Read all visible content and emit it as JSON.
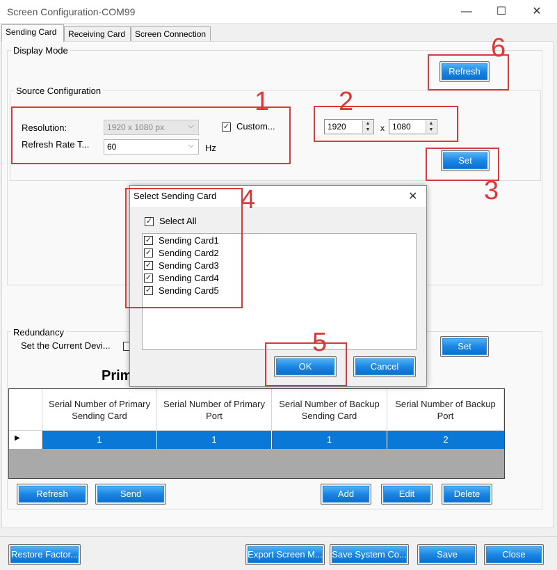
{
  "window": {
    "title": "Screen Configuration-COM99",
    "minimize": "—",
    "maximize": "☐",
    "close": "✕"
  },
  "tabs": [
    {
      "label": "Sending Card",
      "active": true
    },
    {
      "label": "Receiving Card",
      "active": false
    },
    {
      "label": "Screen Connection",
      "active": false
    }
  ],
  "display_mode": {
    "legend": "Display Mode",
    "refresh_label": "Refresh"
  },
  "source_config": {
    "legend": "Source Configuration",
    "resolution_label": "Resolution:",
    "resolution_value": "1920 x 1080 px",
    "custom_label": "Custom...",
    "custom_checked": true,
    "refresh_rate_label": "Refresh Rate T...",
    "refresh_rate_value": "60",
    "hz_label": "Hz",
    "width_value": "1920",
    "x_label": "x",
    "height_value": "1080",
    "set_label": "Set"
  },
  "annotations": {
    "n1": "1",
    "n2": "2",
    "n3": "3",
    "n4": "4",
    "n5": "5",
    "n6": "6"
  },
  "redundancy": {
    "legend": "Redundancy",
    "set_current_label": "Set the Current Devi...",
    "set_label": "Set",
    "primary_heading": "Prim"
  },
  "dialog": {
    "title": "Select Sending Card",
    "close": "✕",
    "select_all_label": "Select All",
    "cards": [
      "Sending Card1",
      "Sending Card2",
      "Sending Card3",
      "Sending Card4",
      "Sending Card5"
    ],
    "ok_label": "OK",
    "cancel_label": "Cancel"
  },
  "table": {
    "headers": [
      "Serial Number of Primary Sending Card",
      "Serial Number of Primary Port",
      "Serial Number of Backup Sending Card",
      "Serial Number of Backup Port"
    ],
    "rows": [
      [
        "1",
        "1",
        "1",
        "2"
      ]
    ]
  },
  "table_buttons": {
    "refresh": "Refresh",
    "send": "Send",
    "add": "Add",
    "edit": "Edit",
    "delete": "Delete"
  },
  "footer": {
    "restore": "Restore Factor...",
    "export": "Export Screen M...",
    "save_system": "Save System Co...",
    "save": "Save",
    "close": "Close"
  },
  "colors": {
    "accent_blue": "#0a78d7",
    "annotation_red": "#d83a3a"
  }
}
